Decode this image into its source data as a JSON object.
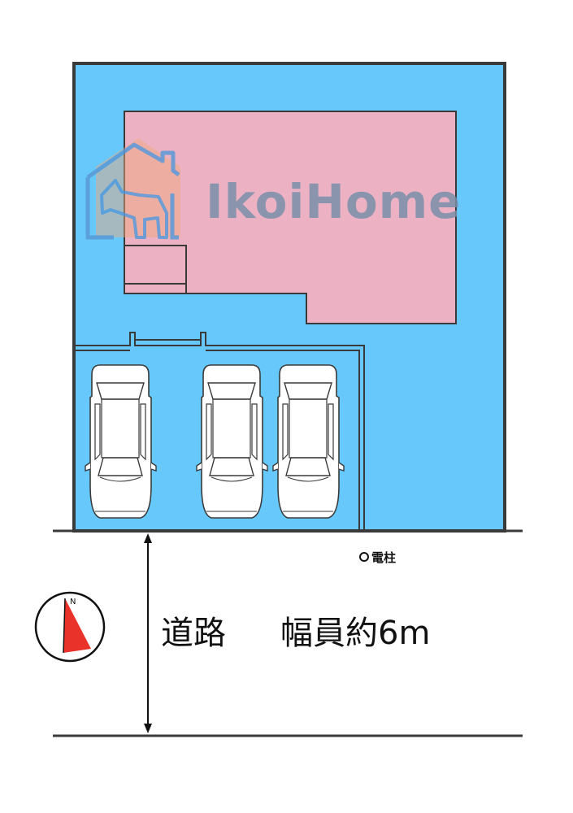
{
  "logo": {
    "text": "IkoiHome"
  },
  "road": {
    "label": "道路",
    "width_label": "幅員約6m"
  },
  "utility_pole": {
    "label": "電柱"
  },
  "compass": {
    "north_letter": "N"
  },
  "parking": {
    "car_count": 3
  },
  "colors": {
    "lot": "#66c8fb",
    "building": "#ecb2c4",
    "outline": "#3a3a3a",
    "compass_needle": "#e8322a",
    "watermark_text": "#7a8fa8",
    "watermark_house": "#f0a878",
    "watermark_horse": "#5a9ad6"
  }
}
